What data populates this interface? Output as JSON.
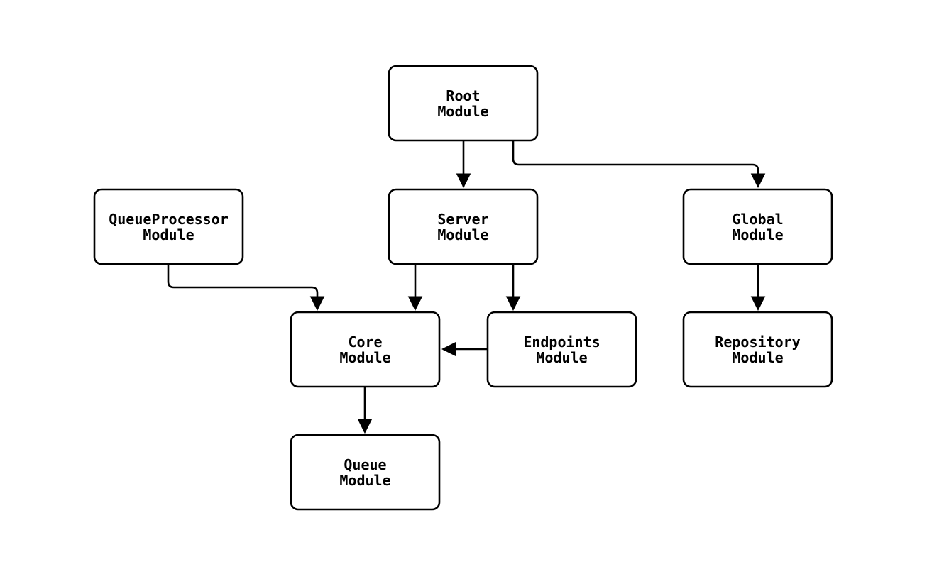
{
  "diagram": {
    "type": "flowchart",
    "orientation": "top-down",
    "colors": {
      "background": "#ffffff",
      "node_fill": "#ffffff",
      "node_stroke": "#000000",
      "edge_stroke": "#000000",
      "text": "#000000"
    },
    "nodes": [
      {
        "id": "root",
        "lines": [
          "Root",
          "Module"
        ]
      },
      {
        "id": "queueprocessor",
        "lines": [
          "QueueProcessor",
          "Module"
        ]
      },
      {
        "id": "server",
        "lines": [
          "Server",
          "Module"
        ]
      },
      {
        "id": "global",
        "lines": [
          "Global",
          "Module"
        ]
      },
      {
        "id": "core",
        "lines": [
          "Core",
          "Module"
        ]
      },
      {
        "id": "endpoints",
        "lines": [
          "Endpoints",
          "Module"
        ]
      },
      {
        "id": "repository",
        "lines": [
          "Repository",
          "Module"
        ]
      },
      {
        "id": "queue",
        "lines": [
          "Queue",
          "Module"
        ]
      }
    ],
    "edges": [
      {
        "from": "Root Module",
        "to": "Server Module"
      },
      {
        "from": "Root Module",
        "to": "Global Module"
      },
      {
        "from": "QueueProcessor Module",
        "to": "Core Module"
      },
      {
        "from": "Server Module",
        "to": "Core Module"
      },
      {
        "from": "Server Module",
        "to": "Endpoints Module"
      },
      {
        "from": "Endpoints Module",
        "to": "Core Module"
      },
      {
        "from": "Global Module",
        "to": "Repository Module"
      },
      {
        "from": "Core Module",
        "to": "Queue Module"
      }
    ]
  }
}
